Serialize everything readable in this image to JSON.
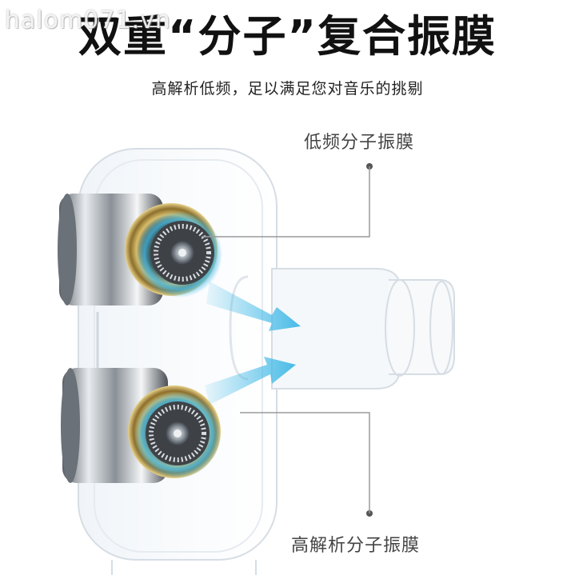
{
  "watermark": "halom071.vn",
  "title": "双重“分子”复合振膜",
  "subtitle": "高解析低频，足以满足您对音乐的挑剔",
  "labels": {
    "top": "低频分子振膜",
    "bottom": "高解析分子振膜"
  },
  "colors": {
    "arrow": "#3fb8e6",
    "gold": "#c9a84a",
    "chrome": "#9aa0a6",
    "leader_line": "#9a9a9a"
  },
  "icons": [
    "earphone-housing",
    "driver-unit",
    "sound-flow-arrow"
  ]
}
